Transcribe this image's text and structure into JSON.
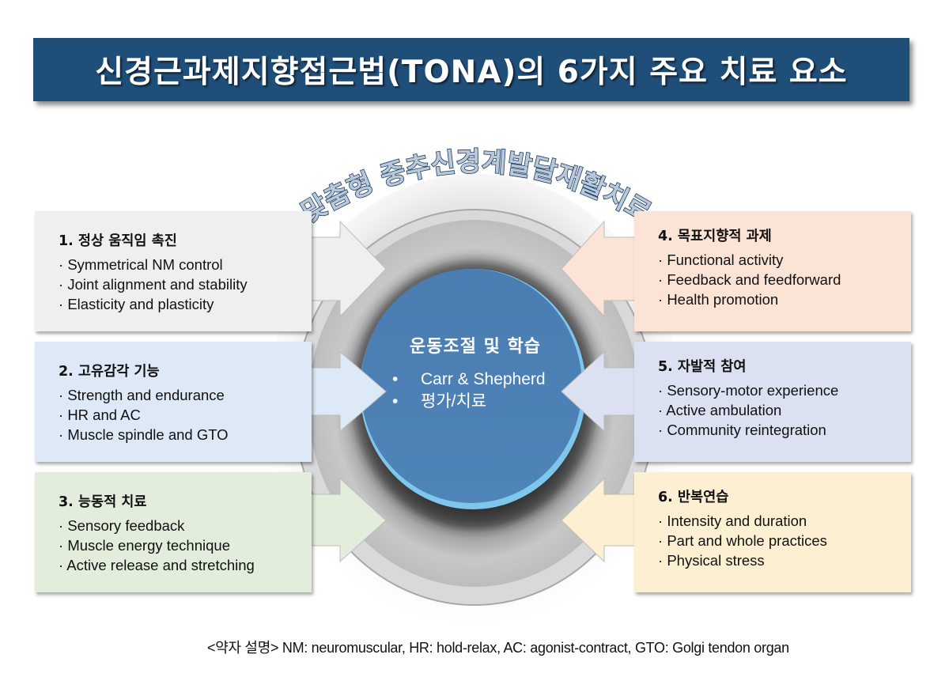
{
  "title": "신경근과제지향접근법(TONA)의 6가지 주요 치료 요소",
  "arc_label": "맞춤형 중추신경계발달재활치료",
  "center": {
    "title": "운동조절 및 학습",
    "items": [
      "Carr & Shepherd",
      "평가/치료"
    ]
  },
  "boxes": [
    {
      "title": "1. 정상 움직임 촉진",
      "color": "#efefef",
      "items": [
        "Symmetrical NM control",
        "Joint alignment and stability",
        "Elasticity and plasticity"
      ]
    },
    {
      "title": "2. 고유감각 기능",
      "color": "#dde9f6",
      "items": [
        "Strength and endurance",
        "HR and AC",
        "Muscle spindle and GTO"
      ]
    },
    {
      "title": "3. 능동적 치료",
      "color": "#e2eedb",
      "items": [
        "Sensory feedback",
        "Muscle energy technique",
        "Active release and stretching"
      ]
    },
    {
      "title": "4. 목표지향적 과제",
      "color": "#fbe4d6",
      "items": [
        "Functional activity",
        "Feedback and feedforward",
        "Health promotion"
      ]
    },
    {
      "title": "5. 자발적 참여",
      "color": "#dbe1f1",
      "items": [
        "Sensory-motor experience",
        "Active ambulation",
        "Community reintegration"
      ]
    },
    {
      "title": "6. 반복연습",
      "color": "#fdf0d2",
      "items": [
        "Intensity and duration",
        "Part and whole practices",
        "Physical stress"
      ]
    }
  ],
  "footnote": "<약자 설명>  NM: neuromuscular,  HR: hold-relax,  AC: agonist-contract,  GTO: Golgi tendon organ",
  "colors": {
    "title_bg": "#1f4e79",
    "center_circle": "#4f81b5",
    "ring": "#c4c4c4"
  }
}
